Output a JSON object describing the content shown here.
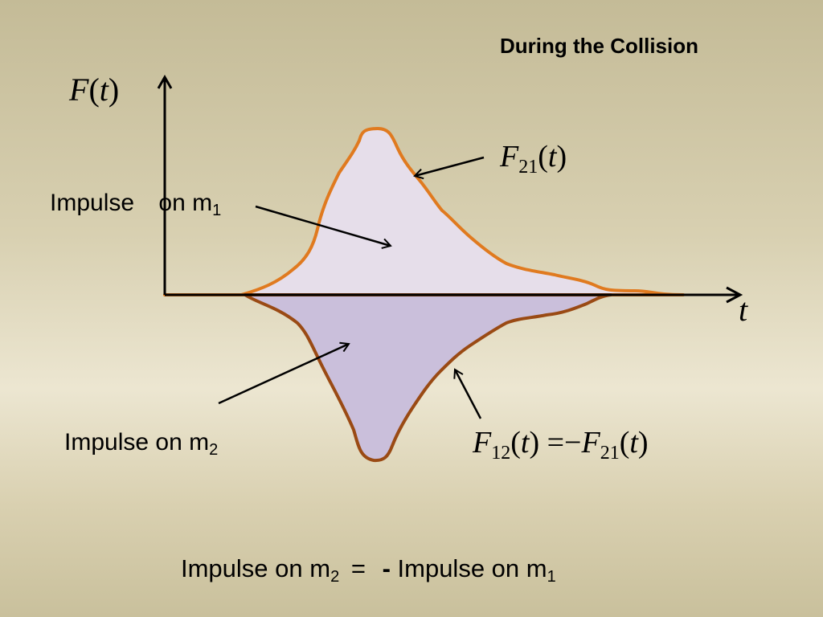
{
  "slide": {
    "title": "During the Collision"
  },
  "axes": {
    "y_label": {
      "symbol": "F",
      "open": "(",
      "var": "t",
      "close": ")"
    },
    "x_label": "t"
  },
  "curves": {
    "upper": {
      "symbol": "F",
      "subscript": "21",
      "open": "(",
      "var": "t",
      "close": ")",
      "stroke": "#e07a1f",
      "fill": "#e6deea"
    },
    "lower": {
      "lhs_symbol": "F",
      "lhs_subscript": "12",
      "lhs_open": "(",
      "lhs_var": "t",
      "lhs_close": ")",
      "equals": "=",
      "minus": "−",
      "rhs_symbol": "F",
      "rhs_subscript": "21",
      "rhs_open": "(",
      "rhs_var": "t",
      "rhs_close": ")",
      "stroke": "#9a4a14",
      "fill": "#cabfdb"
    }
  },
  "labels": {
    "impulse_m1": {
      "word": "Impulse",
      "on": "on m",
      "sub": "1"
    },
    "impulse_m2": {
      "text": "Impulse on m",
      "sub": "2"
    }
  },
  "equation": {
    "left": "Impulse on m",
    "left_sub": "2",
    "equals": "=",
    "minus": "-",
    "right": "Impulse on m",
    "right_sub": "1"
  }
}
